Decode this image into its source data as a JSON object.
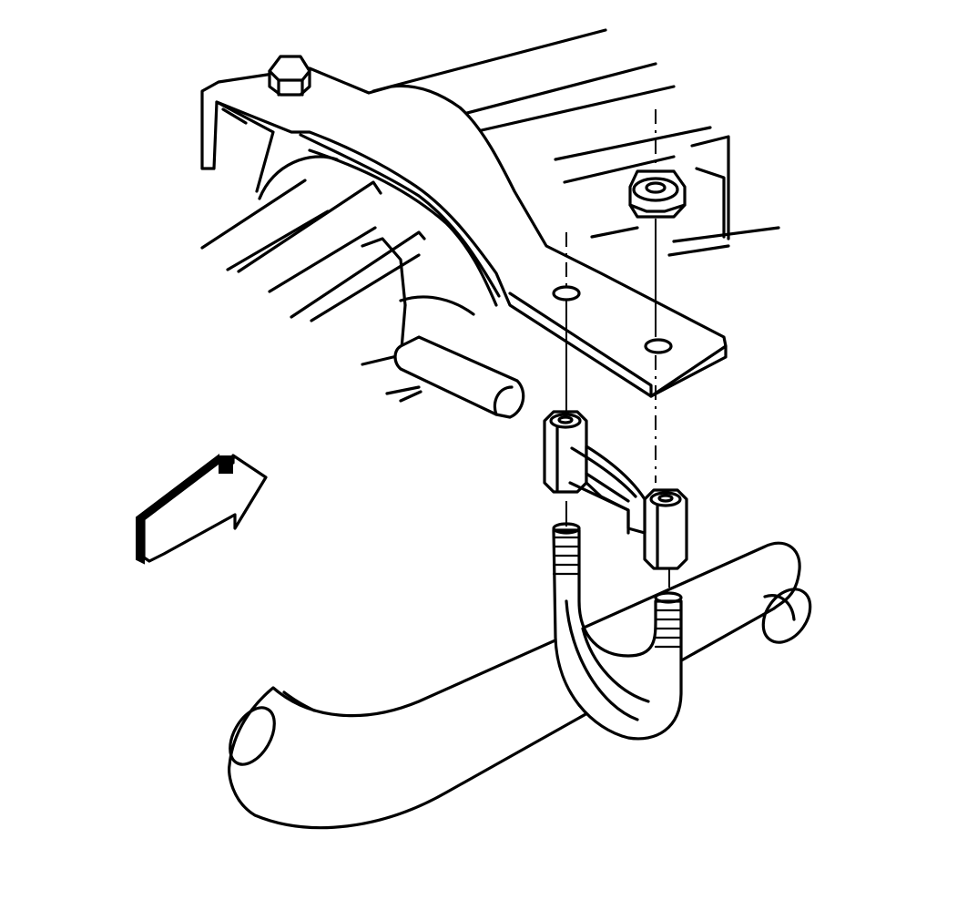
{
  "diagram": {
    "labels": [],
    "colors": {
      "ink": "#000000",
      "paper": "#ffffff"
    },
    "parts": [
      "frame-rail",
      "bracket-strap",
      "hex-bolt",
      "hex-nut",
      "mounting-holes",
      "rubber-isolator-hanger",
      "u-bolt-clamp",
      "exhaust-pipe",
      "view-direction-arrow"
    ]
  }
}
